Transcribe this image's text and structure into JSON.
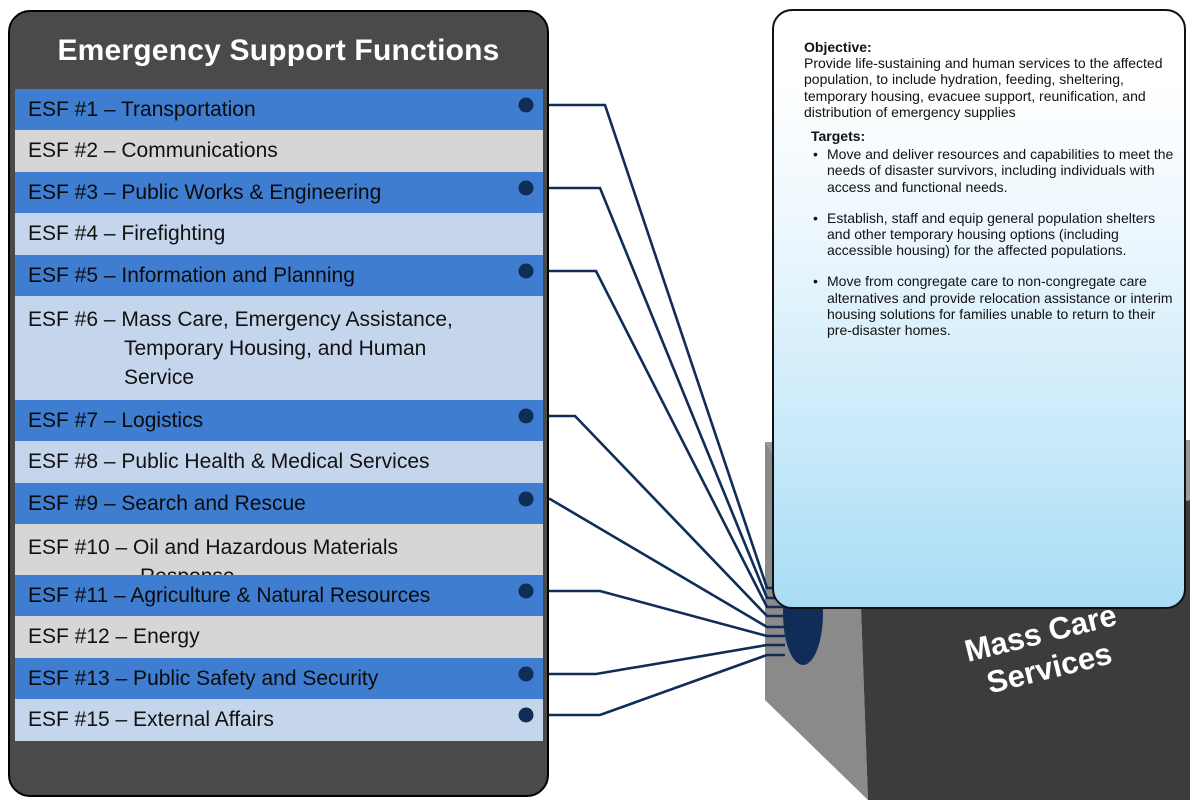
{
  "panel": {
    "title": "Emergency Support Functions",
    "items": [
      {
        "label": "ESF #1 – Transportation",
        "style": "blue",
        "connected": true
      },
      {
        "label": "ESF #2 – Communications",
        "style": "gray",
        "connected": false
      },
      {
        "label": "ESF #3 – Public Works & Engineering",
        "style": "blue",
        "connected": true
      },
      {
        "label": "ESF #4 – Firefighting",
        "style": "light",
        "connected": false
      },
      {
        "label": "ESF #5 – Information and Planning",
        "style": "blue",
        "connected": true
      },
      {
        "label": "ESF #6 – Mass Care, Emergency Assistance,",
        "label2": "Temporary Housing, and Human",
        "label3": "Service",
        "style": "light",
        "connected": false
      },
      {
        "label": "ESF #7 – Logistics",
        "style": "blue",
        "connected": true
      },
      {
        "label": "ESF #8 – Public Health & Medical Services",
        "style": "light",
        "connected": false
      },
      {
        "label": "ESF #9 – Search and Rescue",
        "style": "blue",
        "connected": true
      },
      {
        "label": "ESF #10 – Oil and Hazardous Materials",
        "label2": "Response",
        "style": "gray",
        "connected": false
      },
      {
        "label": "ESF #11 – Agriculture & Natural Resources",
        "style": "blue",
        "connected": true
      },
      {
        "label": "ESF #12 – Energy",
        "style": "gray",
        "connected": false
      },
      {
        "label": "ESF #13 – Public Safety and Security",
        "style": "blue",
        "connected": true
      },
      {
        "label": "ESF #15 – External Affairs",
        "style": "light",
        "connected": true
      }
    ]
  },
  "card": {
    "objective_heading": "Objective:",
    "objective_text": "Provide life-sustaining and human services to the affected population, to include hydration, feeding, sheltering, temporary housing, evacuee support, reunification, and distribution of emergency supplies",
    "targets_heading": "Targets:",
    "targets": [
      "Move and deliver resources and capabilities to meet the needs of disaster survivors, including individuals with access and functional needs.",
      "Establish, staff and equip general population shelters and other temporary housing options (including accessible housing) for the affected populations.",
      "Move from congregate care to non-congregate care alternatives and provide relocation assistance or interim housing solutions for families unable to return to their pre-disaster homes."
    ]
  },
  "box": {
    "line1": "Mass Care",
    "line2": "Services"
  },
  "colors": {
    "connector": "#0f2d57",
    "row_blue": "#3f7dd0",
    "row_gray": "#d6d6d6",
    "row_light": "#c5d6ec"
  }
}
